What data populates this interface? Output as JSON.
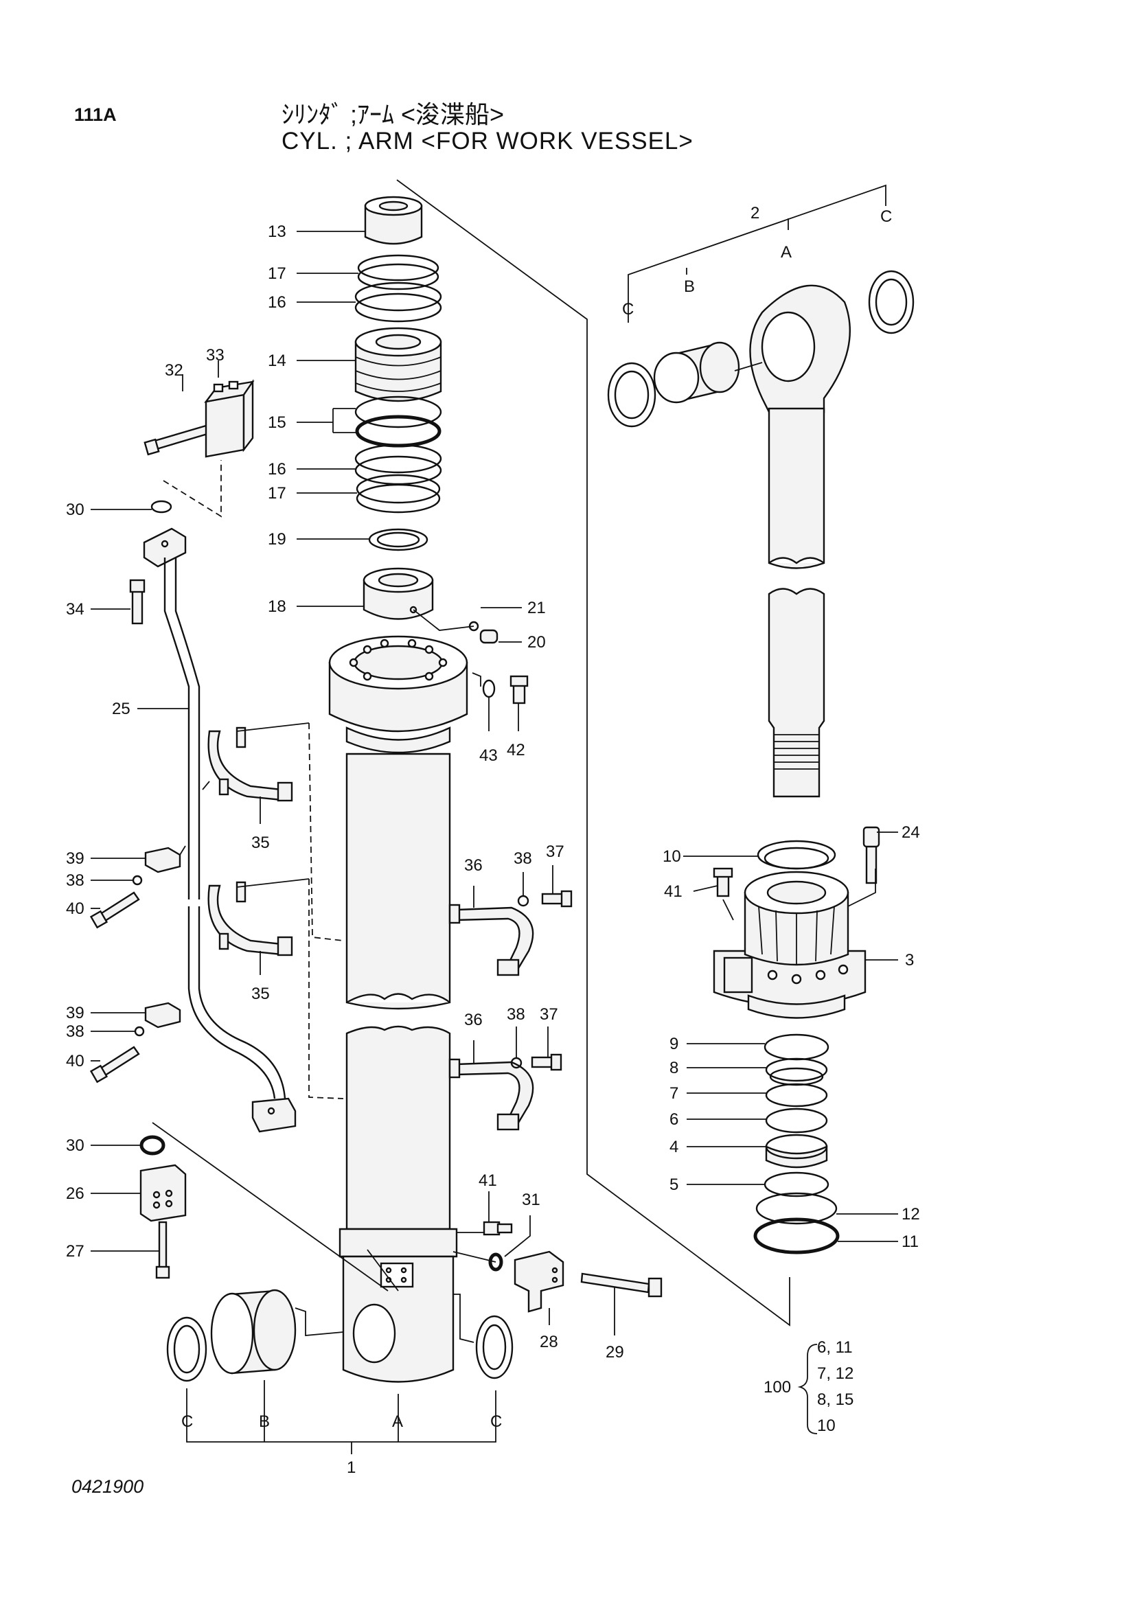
{
  "header": {
    "page_code": "111A",
    "title_jp": "ｼﾘﾝﾀﾞ ;ｱｰﾑ <浚渫船>",
    "title_en": "CYL. ; ARM <FOR WORK VESSEL>"
  },
  "footer": {
    "doc_number": "0421900"
  },
  "callouts": [
    {
      "id": "c13",
      "text": "13"
    },
    {
      "id": "c17a",
      "text": "17"
    },
    {
      "id": "c16a",
      "text": "16"
    },
    {
      "id": "c14",
      "text": "14"
    },
    {
      "id": "c15",
      "text": "15"
    },
    {
      "id": "c16b",
      "text": "16"
    },
    {
      "id": "c17b",
      "text": "17"
    },
    {
      "id": "c19",
      "text": "19"
    },
    {
      "id": "c18",
      "text": "18"
    },
    {
      "id": "c21",
      "text": "21"
    },
    {
      "id": "c20",
      "text": "20"
    },
    {
      "id": "c43",
      "text": "43"
    },
    {
      "id": "c42",
      "text": "42"
    },
    {
      "id": "c32",
      "text": "32"
    },
    {
      "id": "c33",
      "text": "33"
    },
    {
      "id": "c30a",
      "text": "30"
    },
    {
      "id": "c34",
      "text": "34"
    },
    {
      "id": "c25",
      "text": "25"
    },
    {
      "id": "c35a",
      "text": "35"
    },
    {
      "id": "c39a",
      "text": "39"
    },
    {
      "id": "c38a",
      "text": "38"
    },
    {
      "id": "c40a",
      "text": "40"
    },
    {
      "id": "c36a",
      "text": "36"
    },
    {
      "id": "c38b",
      "text": "38"
    },
    {
      "id": "c37a",
      "text": "37"
    },
    {
      "id": "c35b",
      "text": "35"
    },
    {
      "id": "c39b",
      "text": "39"
    },
    {
      "id": "c38c",
      "text": "38"
    },
    {
      "id": "c40b",
      "text": "40"
    },
    {
      "id": "c36b",
      "text": "36"
    },
    {
      "id": "c38d",
      "text": "38"
    },
    {
      "id": "c37b",
      "text": "37"
    },
    {
      "id": "c30b",
      "text": "30"
    },
    {
      "id": "c26",
      "text": "26"
    },
    {
      "id": "c27",
      "text": "27"
    },
    {
      "id": "c41a",
      "text": "41"
    },
    {
      "id": "c31",
      "text": "31"
    },
    {
      "id": "c28",
      "text": "28"
    },
    {
      "id": "c29",
      "text": "29"
    },
    {
      "id": "cC1",
      "text": "C"
    },
    {
      "id": "cB1",
      "text": "B"
    },
    {
      "id": "cA1",
      "text": "A"
    },
    {
      "id": "cC2",
      "text": "C"
    },
    {
      "id": "c1",
      "text": "1"
    },
    {
      "id": "c2",
      "text": "2"
    },
    {
      "id": "cA2",
      "text": "A"
    },
    {
      "id": "cB2",
      "text": "B"
    },
    {
      "id": "cC3",
      "text": "C"
    },
    {
      "id": "cC4",
      "text": "C"
    },
    {
      "id": "c10",
      "text": "10"
    },
    {
      "id": "c24",
      "text": "24"
    },
    {
      "id": "c41b",
      "text": "41"
    },
    {
      "id": "c3",
      "text": "3"
    },
    {
      "id": "c9",
      "text": "9"
    },
    {
      "id": "c8",
      "text": "8"
    },
    {
      "id": "c7",
      "text": "7"
    },
    {
      "id": "c6",
      "text": "6"
    },
    {
      "id": "c4",
      "text": "4"
    },
    {
      "id": "c5",
      "text": "5"
    },
    {
      "id": "c12",
      "text": "12"
    },
    {
      "id": "c11",
      "text": "11"
    }
  ],
  "kit": {
    "label": "100",
    "lines": [
      "6, 11",
      "7, 12",
      "8, 15",
      "10"
    ]
  }
}
